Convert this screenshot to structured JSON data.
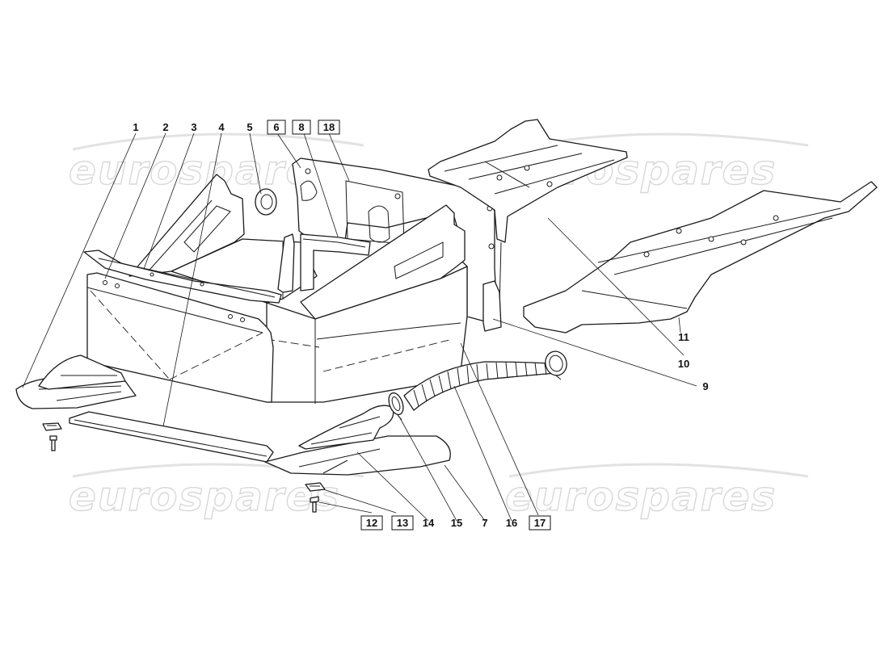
{
  "watermark": {
    "text": "eurospares"
  },
  "callouts": [
    {
      "id": "1",
      "label": "1",
      "boxed": false
    },
    {
      "id": "2",
      "label": "2",
      "boxed": false
    },
    {
      "id": "3",
      "label": "3",
      "boxed": false
    },
    {
      "id": "4",
      "label": "4",
      "boxed": false
    },
    {
      "id": "5",
      "label": "5",
      "boxed": false
    },
    {
      "id": "6",
      "label": "6",
      "boxed": true
    },
    {
      "id": "8",
      "label": "8",
      "boxed": true
    },
    {
      "id": "18",
      "label": "18",
      "boxed": true
    },
    {
      "id": "9",
      "label": "9",
      "boxed": false
    },
    {
      "id": "10",
      "label": "10",
      "boxed": false
    },
    {
      "id": "11",
      "label": "11",
      "boxed": false
    },
    {
      "id": "12",
      "label": "12",
      "boxed": true
    },
    {
      "id": "13",
      "label": "13",
      "boxed": true
    },
    {
      "id": "14",
      "label": "14",
      "boxed": false
    },
    {
      "id": "15",
      "label": "15",
      "boxed": false
    },
    {
      "id": "7",
      "label": "7",
      "boxed": false
    },
    {
      "id": "16",
      "label": "16",
      "boxed": false
    },
    {
      "id": "17",
      "label": "17",
      "boxed": true
    }
  ]
}
